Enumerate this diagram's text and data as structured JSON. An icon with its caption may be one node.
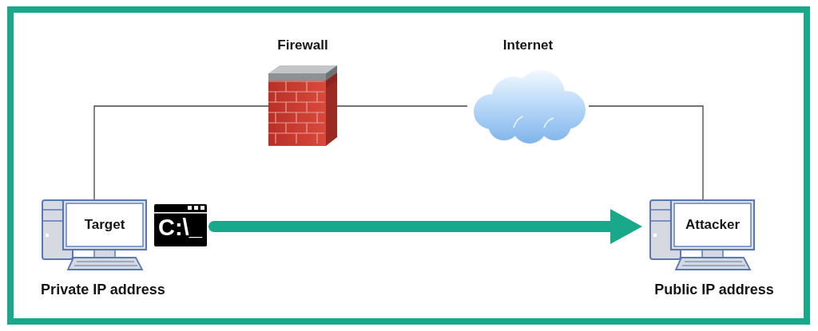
{
  "diagram": {
    "nodes": [
      {
        "text": [
          "Firewall"
        ]
      },
      {
        "text": [
          "Internet"
        ]
      },
      {
        "text": [
          "Target"
        ],
        "beside": [
          "Private IP address"
        ]
      },
      {
        "text": [
          "C:\\_"
        ]
      },
      {
        "text": [
          "Attacker"
        ],
        "beside": [
          "Public IP address"
        ]
      }
    ],
    "edges": [
      {
        "from": 2,
        "to": 0,
        "arrow": "none"
      },
      {
        "from": 0,
        "to": 1,
        "arrow": "none"
      },
      {
        "from": 1,
        "to": 4,
        "arrow": "none"
      },
      {
        "from": 3,
        "to": 4,
        "arrow": "to",
        "style": "thick",
        "color": "#1aa88a"
      }
    ]
  }
}
